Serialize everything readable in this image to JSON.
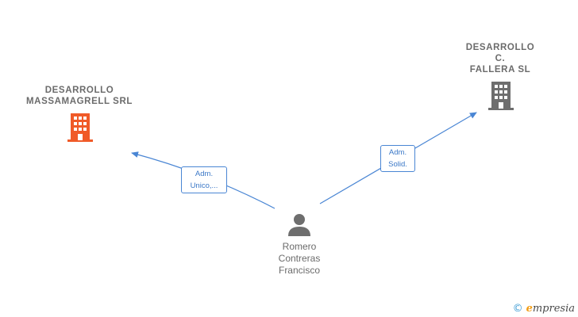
{
  "nodes": {
    "company_left": {
      "lines": [
        "DESARROLLO",
        "MASSAMAGRELL SRL"
      ],
      "icon": "building-icon",
      "color": "#f05a28"
    },
    "company_right": {
      "lines": [
        "DESARROLLO",
        "C.",
        "FALLERA SL"
      ],
      "icon": "building-icon",
      "color": "#6e6e6e"
    },
    "person": {
      "lines": [
        "Romero",
        "Contreras",
        "Francisco"
      ],
      "icon": "person-icon",
      "color": "#6e6e6e"
    }
  },
  "edges": [
    {
      "from": "person",
      "to": "company_left",
      "label_lines": [
        "Adm.",
        "Unico,..."
      ]
    },
    {
      "from": "person",
      "to": "company_right",
      "label_lines": [
        "Adm.",
        "Solid."
      ]
    }
  ],
  "colors": {
    "edge": "#4a86d4"
  },
  "brand": {
    "copyright": "©",
    "name_e": "e",
    "name_rest": "mpresia"
  }
}
